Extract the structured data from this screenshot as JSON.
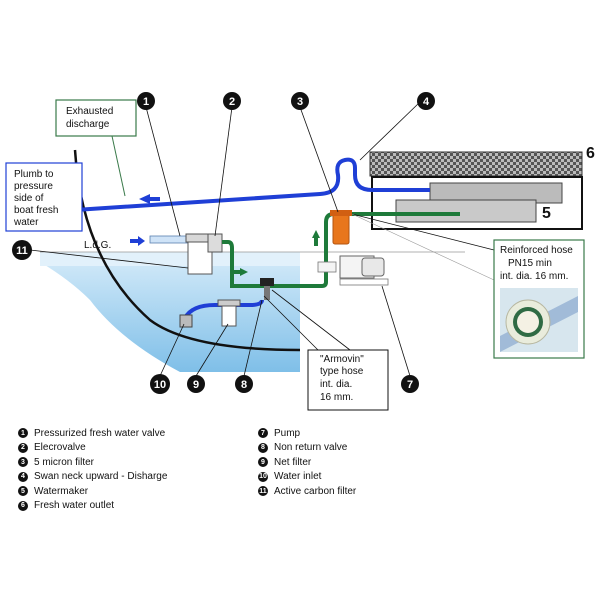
{
  "callouts": {
    "exhausted": [
      "Exhausted",
      "discharge"
    ],
    "plumb": [
      "Plumb to",
      "pressure",
      "side of",
      "boat fresh",
      "water"
    ],
    "ldg": "L.d.G.",
    "reinforced": [
      "Reinforced hose",
      "PN15  min",
      "int. dia.  16 mm."
    ],
    "armovin": [
      "\"Armovin\"",
      "type hose",
      "int. dia.",
      "16 mm."
    ]
  },
  "markers": [
    "1",
    "2",
    "3",
    "4",
    "11",
    "10",
    "9",
    "8",
    "7"
  ],
  "big_labels": {
    "six": "6",
    "five": "5"
  },
  "legend_left": [
    {
      "n": "1",
      "text": "Pressurized fresh water valve"
    },
    {
      "n": "2",
      "text": "Elecrovalve"
    },
    {
      "n": "3",
      "text": "5 micron filter"
    },
    {
      "n": "4",
      "text": "Swan neck upward - Disharge"
    },
    {
      "n": "5",
      "text": "Watermaker"
    },
    {
      "n": "6",
      "text": "Fresh water outlet"
    }
  ],
  "legend_right": [
    {
      "n": "7",
      "text": "Pump"
    },
    {
      "n": "8",
      "text": "Non return valve"
    },
    {
      "n": "9",
      "text": "Net filter"
    },
    {
      "n": "10",
      "text": "Water inlet"
    },
    {
      "n": "11",
      "text": "Active carbon filter"
    }
  ],
  "colors": {
    "blue_pipe": "#1f3fd6",
    "green_pipe": "#1e7a3a",
    "filter_orange": "#e8761c",
    "water": "#a9d4f0",
    "box_border": "#3a7a4a"
  }
}
